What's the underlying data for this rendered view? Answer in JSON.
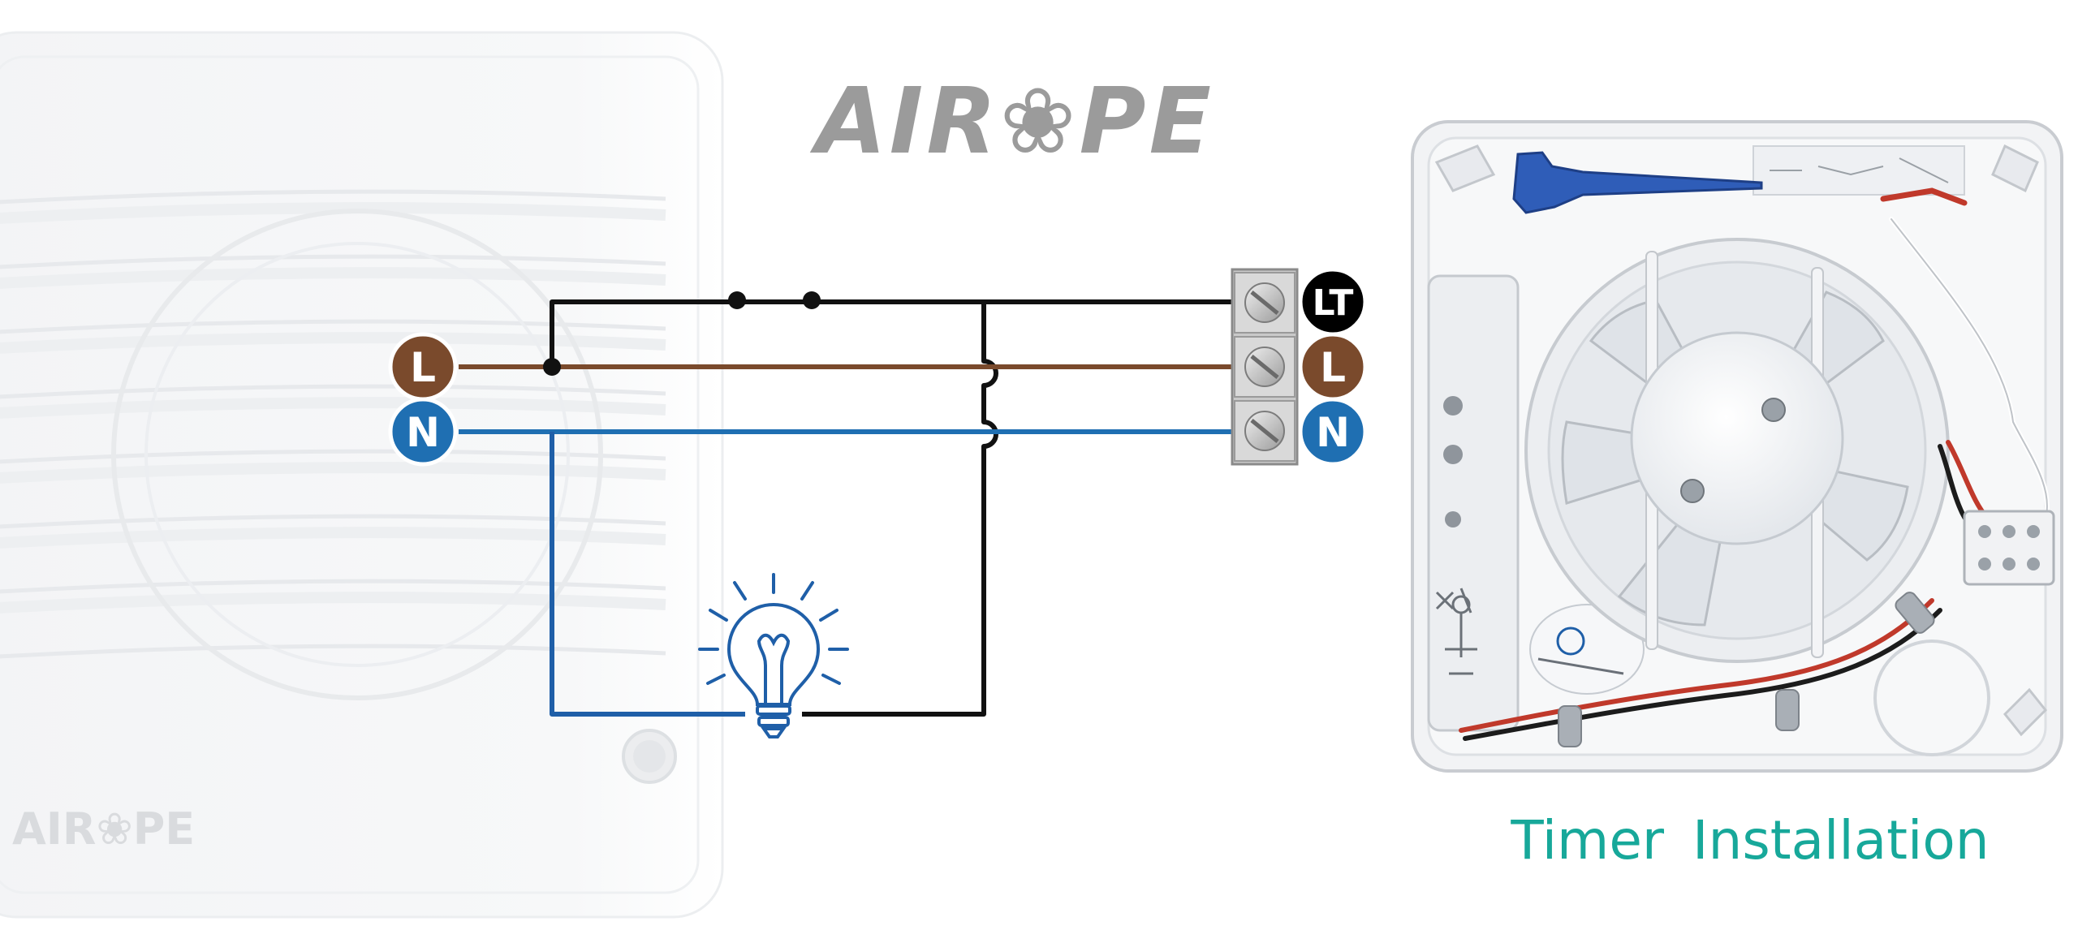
{
  "brand": {
    "main_logo": "AIR❀PE",
    "fan_logo": "AIR❀PE",
    "logo_color": "#9b9b9b"
  },
  "left_terminals": [
    {
      "label": "L",
      "color": "#7a4a2c"
    },
    {
      "label": "N",
      "color": "#1f6fb2"
    }
  ],
  "right_terminals": [
    {
      "label": "LT",
      "color": "#000000"
    },
    {
      "label": "L",
      "color": "#7a4a2c"
    },
    {
      "label": "N",
      "color": "#1f6fb2"
    }
  ],
  "wire_colors": {
    "live": "#7a4a2c",
    "neutral": "#1f6fb2",
    "switched": "#111111",
    "lamp": "#1f5fa8"
  },
  "caption": {
    "word1": "Timer",
    "word2": "Installation",
    "color": "#17a89a"
  }
}
